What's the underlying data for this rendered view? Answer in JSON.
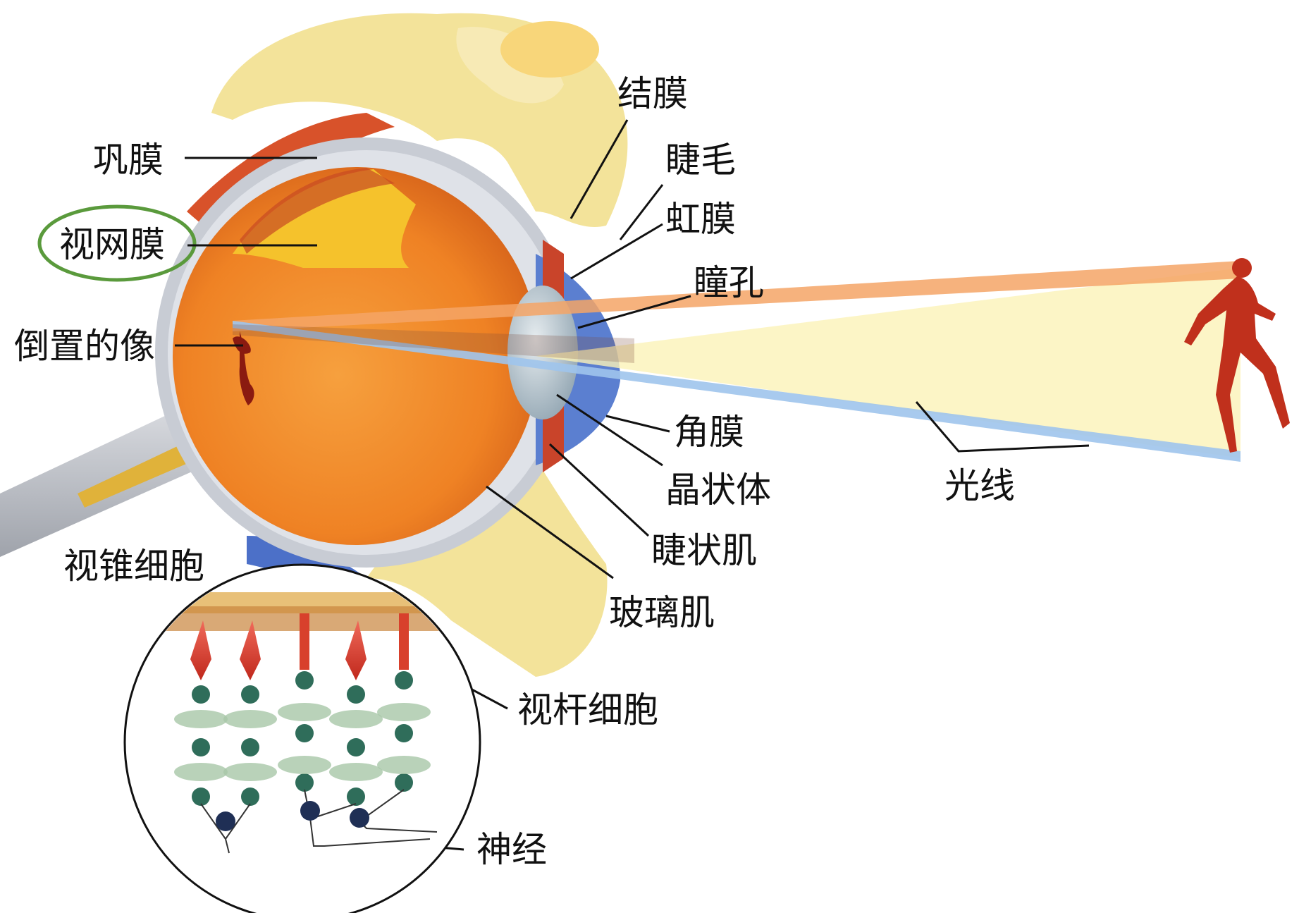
{
  "labels": {
    "sclera": "巩膜",
    "retina": "视网膜",
    "inverted_image": "倒置的像",
    "cone_cell": "视锥细胞",
    "conjunctiva": "结膜",
    "eyelash": "睫毛",
    "iris": "虹膜",
    "pupil": "瞳孔",
    "cornea": "角膜",
    "lens": "晶状体",
    "ciliary_muscle": "睫状肌",
    "vitreous": "玻璃肌",
    "light_ray": "光线",
    "rod_cell": "视杆细胞",
    "nerve": "神经"
  },
  "highlight": {
    "target": "retina",
    "color": "#5a9a3c"
  },
  "colors": {
    "bone": "#f3e39a",
    "sclera": "#c8ccd4",
    "eyeball": "#f08a2a",
    "lens": "#a9b9c4",
    "cornea": "#5b7fd0",
    "ray_orange": "#f4a466",
    "ray_blue": "#9fc4ec",
    "figure": "#c0301c"
  }
}
